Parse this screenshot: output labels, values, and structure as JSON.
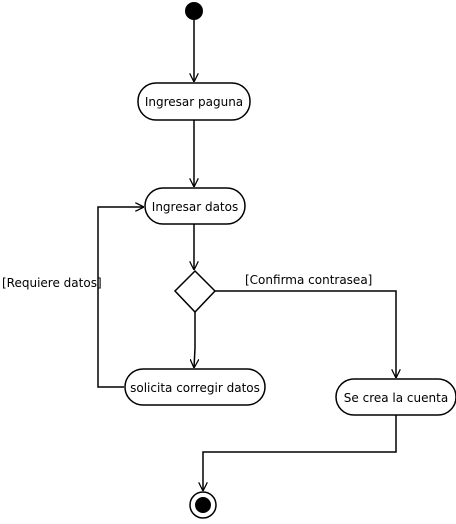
{
  "nodes": {
    "ingresar_pagina": {
      "label": "Ingresar paguna"
    },
    "ingresar_datos": {
      "label": "Ingresar datos"
    },
    "solicita_corregir": {
      "label": "solicita corregir datos"
    },
    "se_crea_cuenta": {
      "label": "Se crea la cuenta"
    }
  },
  "guards": {
    "requiere_datos": "[Requiere datos]",
    "confirma_contrasea": "[Confirma contrasea]"
  }
}
